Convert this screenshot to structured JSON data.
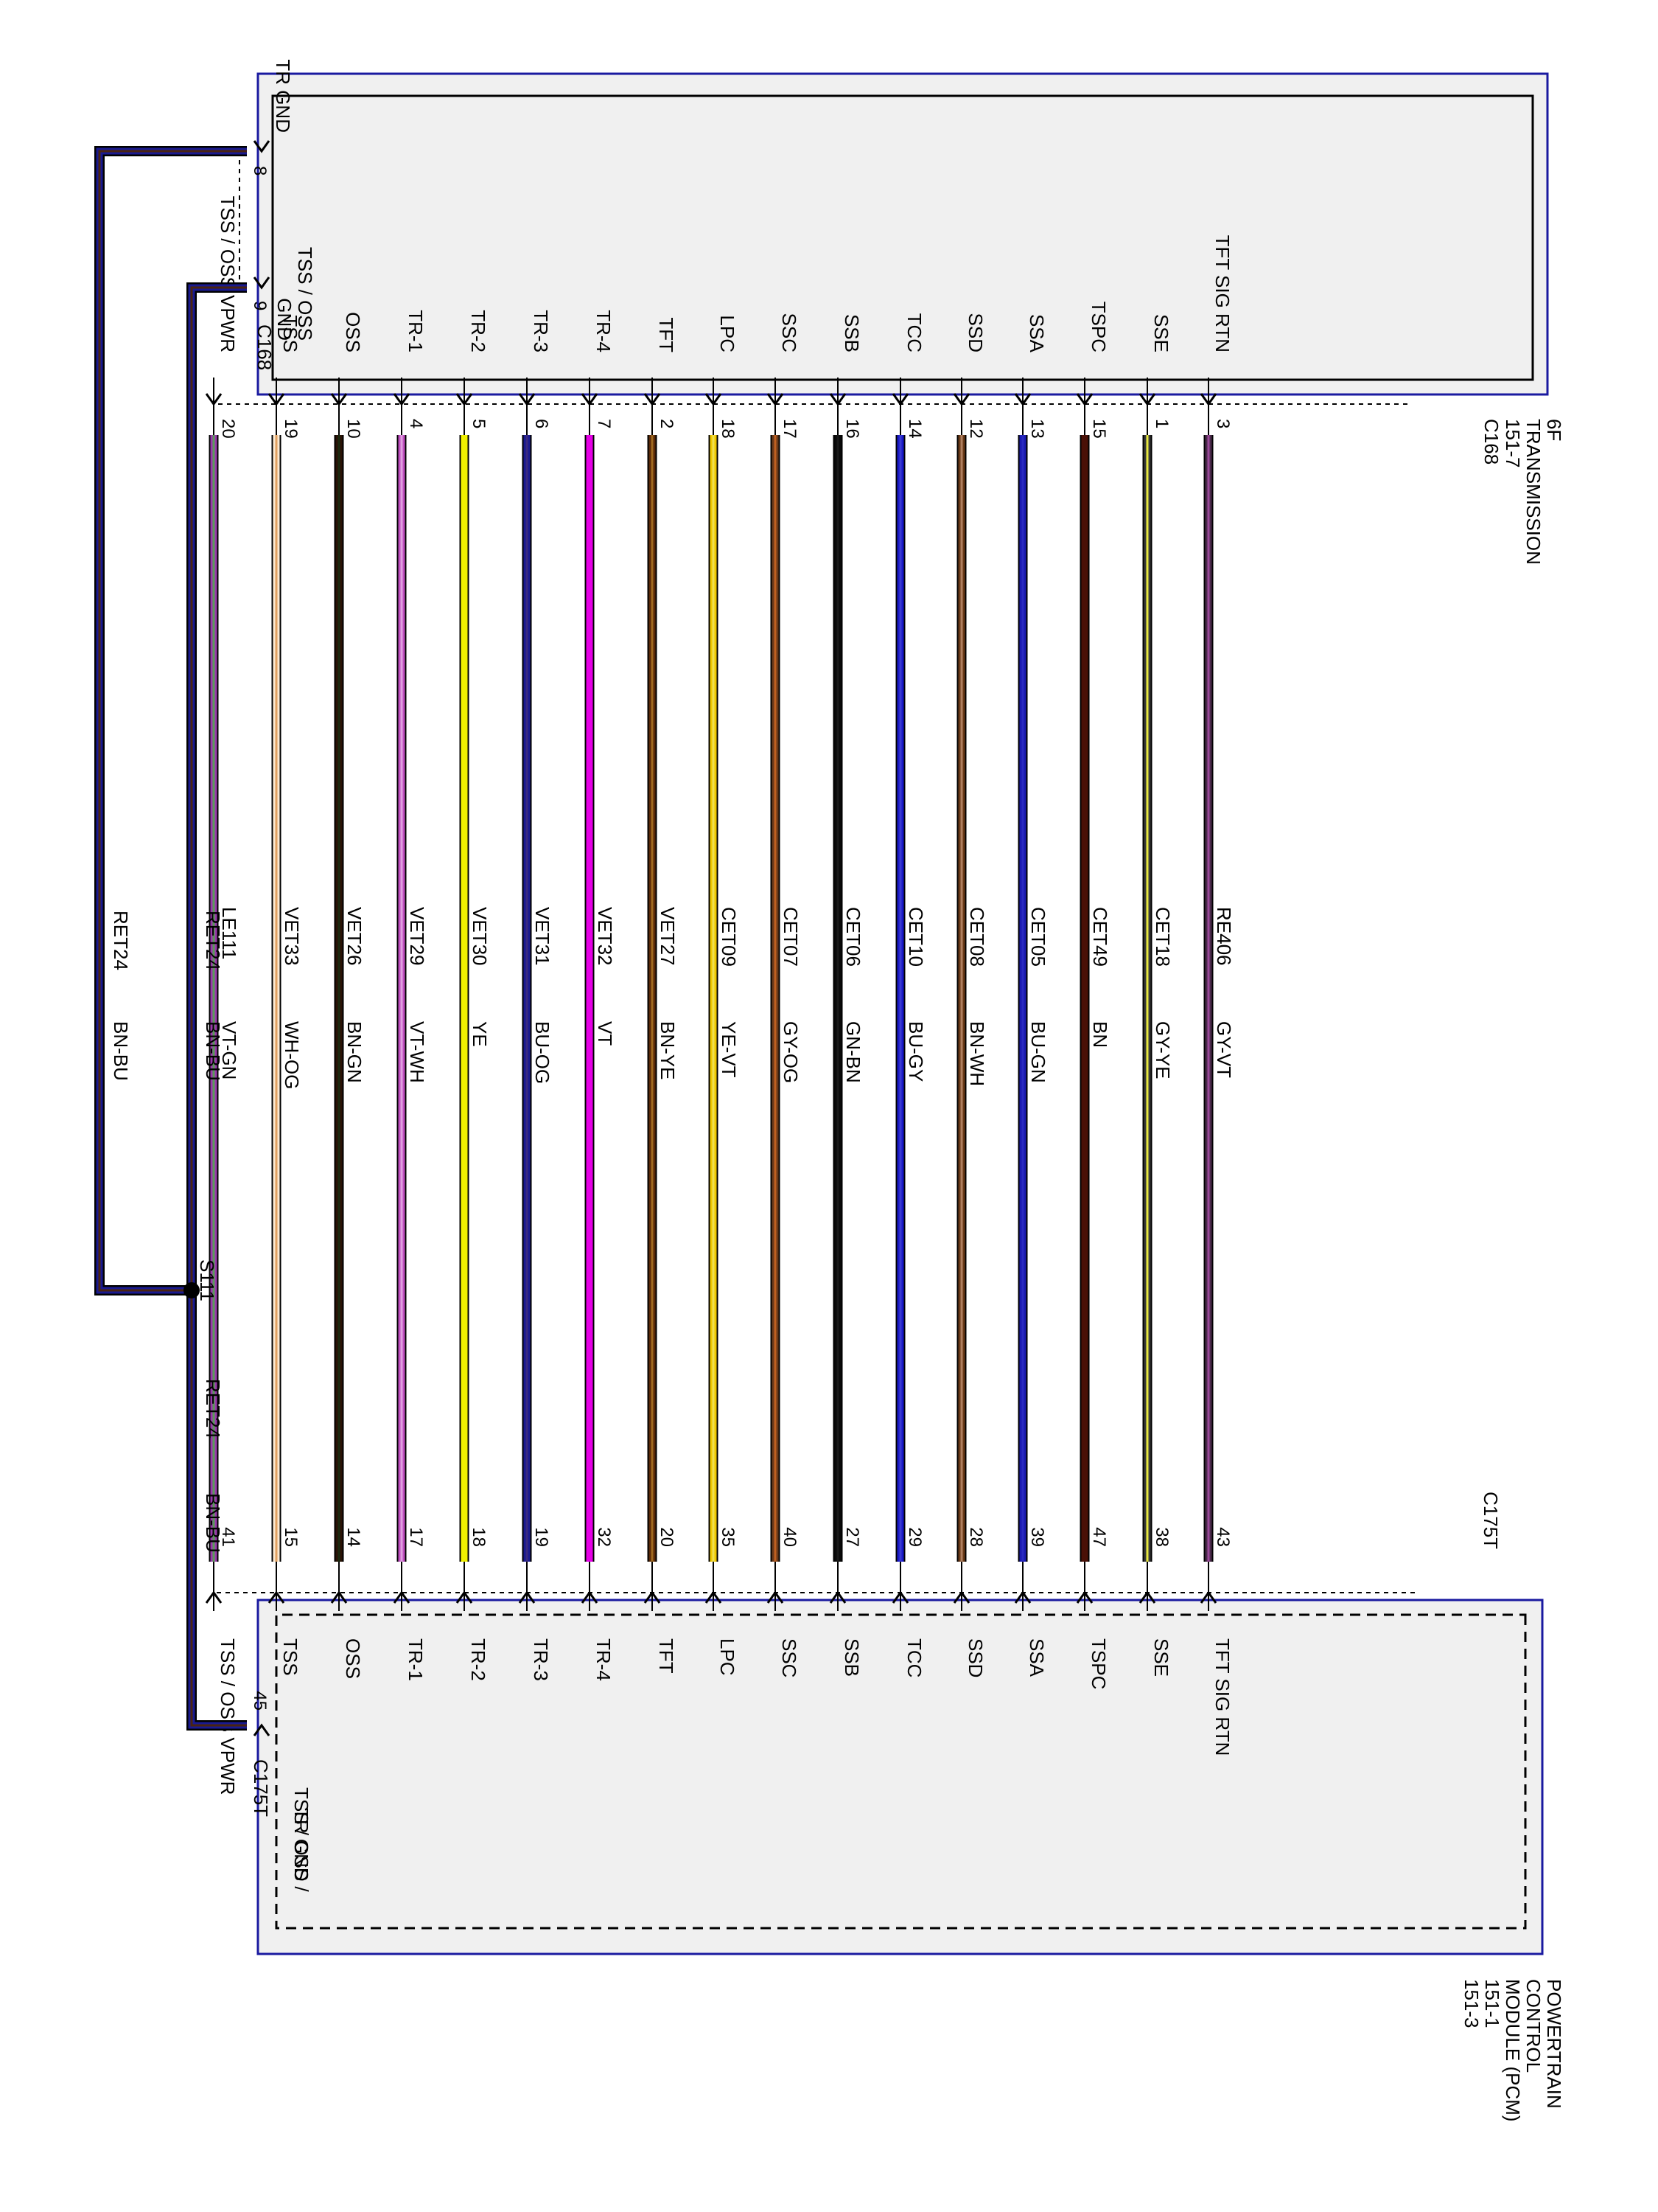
{
  "transmission": {
    "title_lines": [
      "6F",
      "TRANSMISSION",
      "151-7"
    ],
    "connector": "C168"
  },
  "pcm": {
    "title_lines": [
      "POWERTRAIN",
      "CONTROL",
      "MODULE (PCM)",
      "151-1",
      "151-3"
    ],
    "connector": "C175T"
  },
  "colors": {
    "VT": "#e600e6",
    "GN": "#1a8c1a",
    "WH": "#ffffff",
    "OG": "#e07020",
    "BN": "#5a2808",
    "VT-WH": "#cc66cc",
    "YE": "#f0f000",
    "BU": "#1a1ab0",
    "BK": "#000000",
    "GY": "#8a8a8a",
    "BN-GN": "#2a1a06",
    "BN-YE": "#6b3a10",
    "YE-VT": "#f0d000",
    "GY-OG": "#8a4a2a",
    "GN-BN": "#101010",
    "BU-GY": "#2020c8",
    "BN-WH": "#7a4a28",
    "BU-GN": "#1a1ab8",
    "GY-YE": "#c8c870",
    "GY-VT": "#8a4a8a",
    "WH-OG": "#f5d8b8",
    "BU-OG": "#1a1a90",
    "VT-GN": "#9a3aaa"
  },
  "wires": [
    {
      "signal": "TSS / OSS VPWR",
      "tpin": "20",
      "ppin": "41",
      "circuit": "LE111",
      "color": "VT-GN",
      "c1": "#9a3aaa",
      "c2": "#5a9a5a"
    },
    {
      "signal": "TSS",
      "tpin": "19",
      "ppin": "15",
      "circuit": "VET33",
      "color": "WH-OG",
      "c1": "#fbe8d0",
      "c2": "#e0a060"
    },
    {
      "signal": "OSS",
      "tpin": "10",
      "ppin": "14",
      "circuit": "VET26",
      "color": "BN-GN",
      "c1": "#2a1206",
      "c2": "#1a2a10"
    },
    {
      "signal": "TR-1",
      "tpin": "4",
      "ppin": "17",
      "circuit": "VET29",
      "color": "VT-WH",
      "c1": "#c050c0",
      "c2": "#e0a0e0"
    },
    {
      "signal": "TR-2",
      "tpin": "5",
      "ppin": "18",
      "circuit": "VET30",
      "color": "YE",
      "c1": "#f0f000",
      "c2": "#f0f000"
    },
    {
      "signal": "TR-3",
      "tpin": "6",
      "ppin": "19",
      "circuit": "VET31",
      "color": "BU-OG",
      "c1": "#1a1a90",
      "c2": "#3a2a80"
    },
    {
      "signal": "TR-4",
      "tpin": "7",
      "ppin": "32",
      "circuit": "VET32",
      "color": "VT",
      "c1": "#e600e6",
      "c2": "#e600e6"
    },
    {
      "signal": "TFT",
      "tpin": "2",
      "ppin": "20",
      "circuit": "VET27",
      "color": "BN-YE",
      "c1": "#5a2a08",
      "c2": "#a06a20"
    },
    {
      "signal": "LPC",
      "tpin": "18",
      "ppin": "35",
      "circuit": "CET09",
      "color": "YE-VT",
      "c1": "#f0c800",
      "c2": "#f0e050"
    },
    {
      "signal": "SSC",
      "tpin": "17",
      "ppin": "40",
      "circuit": "CET07",
      "color": "GY-OG",
      "c1": "#6a3a1a",
      "c2": "#c06020"
    },
    {
      "signal": "SSB",
      "tpin": "16",
      "ppin": "27",
      "circuit": "CET06",
      "color": "GN-BN",
      "c1": "#0a0a0a",
      "c2": "#1a1a1a"
    },
    {
      "signal": "TCC",
      "tpin": "14",
      "ppin": "29",
      "circuit": "CET10",
      "color": "BU-GY",
      "c1": "#1a1ac8",
      "c2": "#3a3ad0"
    },
    {
      "signal": "SSD",
      "tpin": "12",
      "ppin": "28",
      "circuit": "CET08",
      "color": "BN-WH",
      "c1": "#6a3a18",
      "c2": "#b08060"
    },
    {
      "signal": "SSA",
      "tpin": "13",
      "ppin": "39",
      "circuit": "CET05",
      "color": "BU-GN",
      "c1": "#1a1ab0",
      "c2": "#2a2ac0"
    },
    {
      "signal": "TSPC",
      "tpin": "15",
      "ppin": "47",
      "circuit": "CET49",
      "color": "BN",
      "c1": "#4a1006",
      "c2": "#4a1006"
    },
    {
      "signal": "SSE",
      "tpin": "1",
      "ppin": "38",
      "circuit": "CET18",
      "color": "GY-YE",
      "c1": "#3a3a3a",
      "c2": "#e8e840"
    },
    {
      "signal": "TFT SIG RTN",
      "tpin": "3",
      "ppin": "43",
      "circuit": "RE406",
      "color": "GY-VT",
      "c1": "#4a2a4a",
      "c2": "#9a4a9a"
    }
  ],
  "grounds": {
    "tr_gnd_label": "TR GND",
    "tr_gnd_pin": "8",
    "tss_gnd_label_lines": [
      "TSS / OSS",
      "GND"
    ],
    "tss_gnd_pin": "9",
    "pcm_gnd_label_lines": [
      "TSS / OSS /",
      "TR GND"
    ],
    "pcm_gnd_pin": "45",
    "circuit": "RET24",
    "color": "BN-BU",
    "splice": "S111"
  }
}
